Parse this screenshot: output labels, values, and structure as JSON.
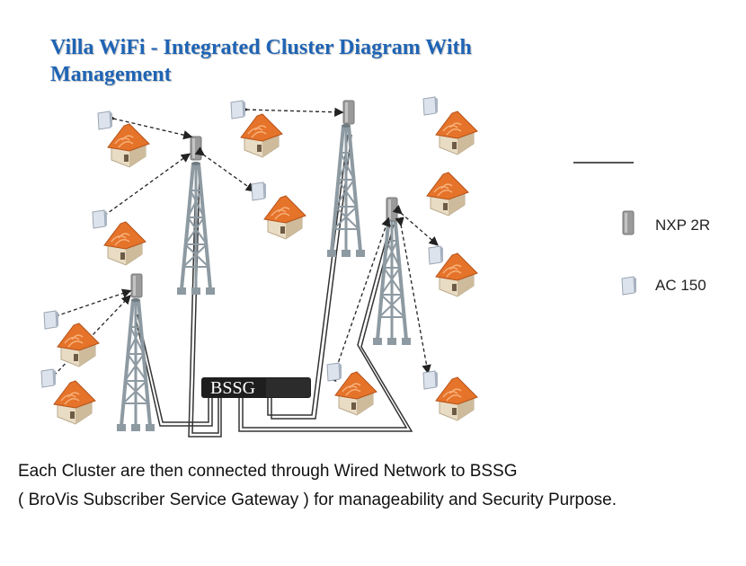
{
  "title": "Villa WiFi - Integrated Cluster Diagram With Management",
  "gateway_label": "BSSG",
  "legend": {
    "items": [
      {
        "label": "NXP 2R",
        "icon": "nxp-2r-radio-icon"
      },
      {
        "label": "AC 150",
        "icon": "ac-150-access-point-icon"
      }
    ]
  },
  "caption": {
    "line1": "Each Cluster are then connected through Wired Network to BSSG",
    "line2": "( BroVis Subscriber Service Gateway ) for manageability and Security Purpose."
  },
  "colors": {
    "title": "#1f64b4",
    "roof": "#e5732a",
    "wall": "#e9dcc4",
    "tower": "#8e9aa2",
    "radio": "#9a9a9a",
    "gateway": "#1e1e1e"
  }
}
